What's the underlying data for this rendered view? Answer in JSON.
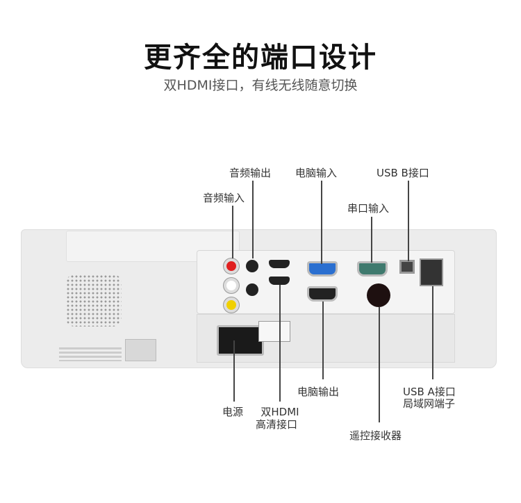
{
  "header": {
    "title": "更齐全的端口设计",
    "subtitle": "双HDMI接口，有线无线随意切换"
  },
  "callouts": {
    "audio_out": "音频输出",
    "audio_in": "音频输入",
    "pc_in": "电脑输入",
    "usb_b": "USB B接口",
    "serial_in": "串口输入",
    "power": "电源",
    "hdmi_1": "双HDMI",
    "hdmi_2": "高清接口",
    "pc_out": "电脑输出",
    "remote": "遥控接收器",
    "usb_a_1": "USB A接口",
    "usb_a_2": "局域网端子"
  },
  "colors": {
    "vga_in": "#2a6fd0",
    "serial": "#3f7a6e",
    "rca_red": "#e02020",
    "rca_yellow": "#f0d000"
  }
}
